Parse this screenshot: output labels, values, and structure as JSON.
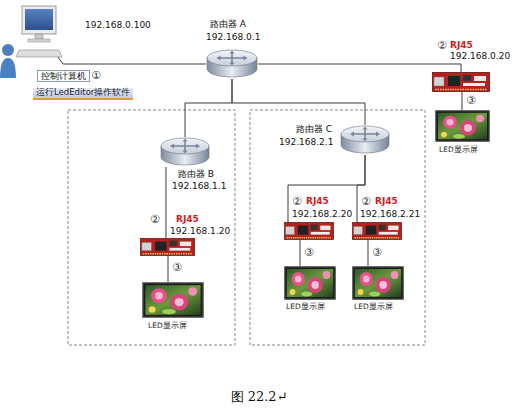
{
  "diagram": {
    "caption": "图 22.2↵",
    "nodes": [
      {
        "text": [
          "192.168.0.100",
          "控制计算机",
          "运行LedEditor操作软件"
        ]
      },
      {
        "text": [
          "路由器 A",
          "192.168.0.1"
        ]
      },
      {
        "text": [
          "RJ45",
          "192.168.0.20"
        ]
      },
      {
        "text": [
          "LED显示屏"
        ]
      },
      {
        "text": [
          "路由器 B",
          "192.168.1.1"
        ]
      },
      {
        "text": [
          "路由器 C",
          "192.168.2.1"
        ]
      },
      {
        "text": [
          "RJ45",
          "192.168.1.20"
        ]
      },
      {
        "text": [
          "RJ45",
          "192.168.2.20"
        ]
      },
      {
        "text": [
          "RJ45",
          "192.168.2.21"
        ]
      },
      {
        "text": [
          "LED显示屏"
        ]
      },
      {
        "text": [
          "LED显示屏"
        ]
      },
      {
        "text": [
          "LED显示屏"
        ]
      }
    ],
    "edges": [
      {
        "from": 0,
        "to": 1,
        "arrow": "none"
      },
      {
        "from": 1,
        "to": 2,
        "arrow": "none"
      },
      {
        "from": 2,
        "to": 3,
        "arrow": "none"
      },
      {
        "from": 1,
        "to": 4,
        "arrow": "none"
      },
      {
        "from": 1,
        "to": 5,
        "arrow": "none"
      },
      {
        "from": 4,
        "to": 6,
        "arrow": "none"
      },
      {
        "from": 5,
        "to": 7,
        "arrow": "none"
      },
      {
        "from": 5,
        "to": 8,
        "arrow": "none"
      },
      {
        "from": 6,
        "to": 9,
        "arrow": "none"
      },
      {
        "from": 7,
        "to": 10,
        "arrow": "none"
      },
      {
        "from": 8,
        "to": 11,
        "arrow": "none"
      }
    ],
    "labels": [
      "①",
      "②",
      "③",
      "②",
      "③",
      "②",
      "②",
      "③",
      "③"
    ]
  }
}
